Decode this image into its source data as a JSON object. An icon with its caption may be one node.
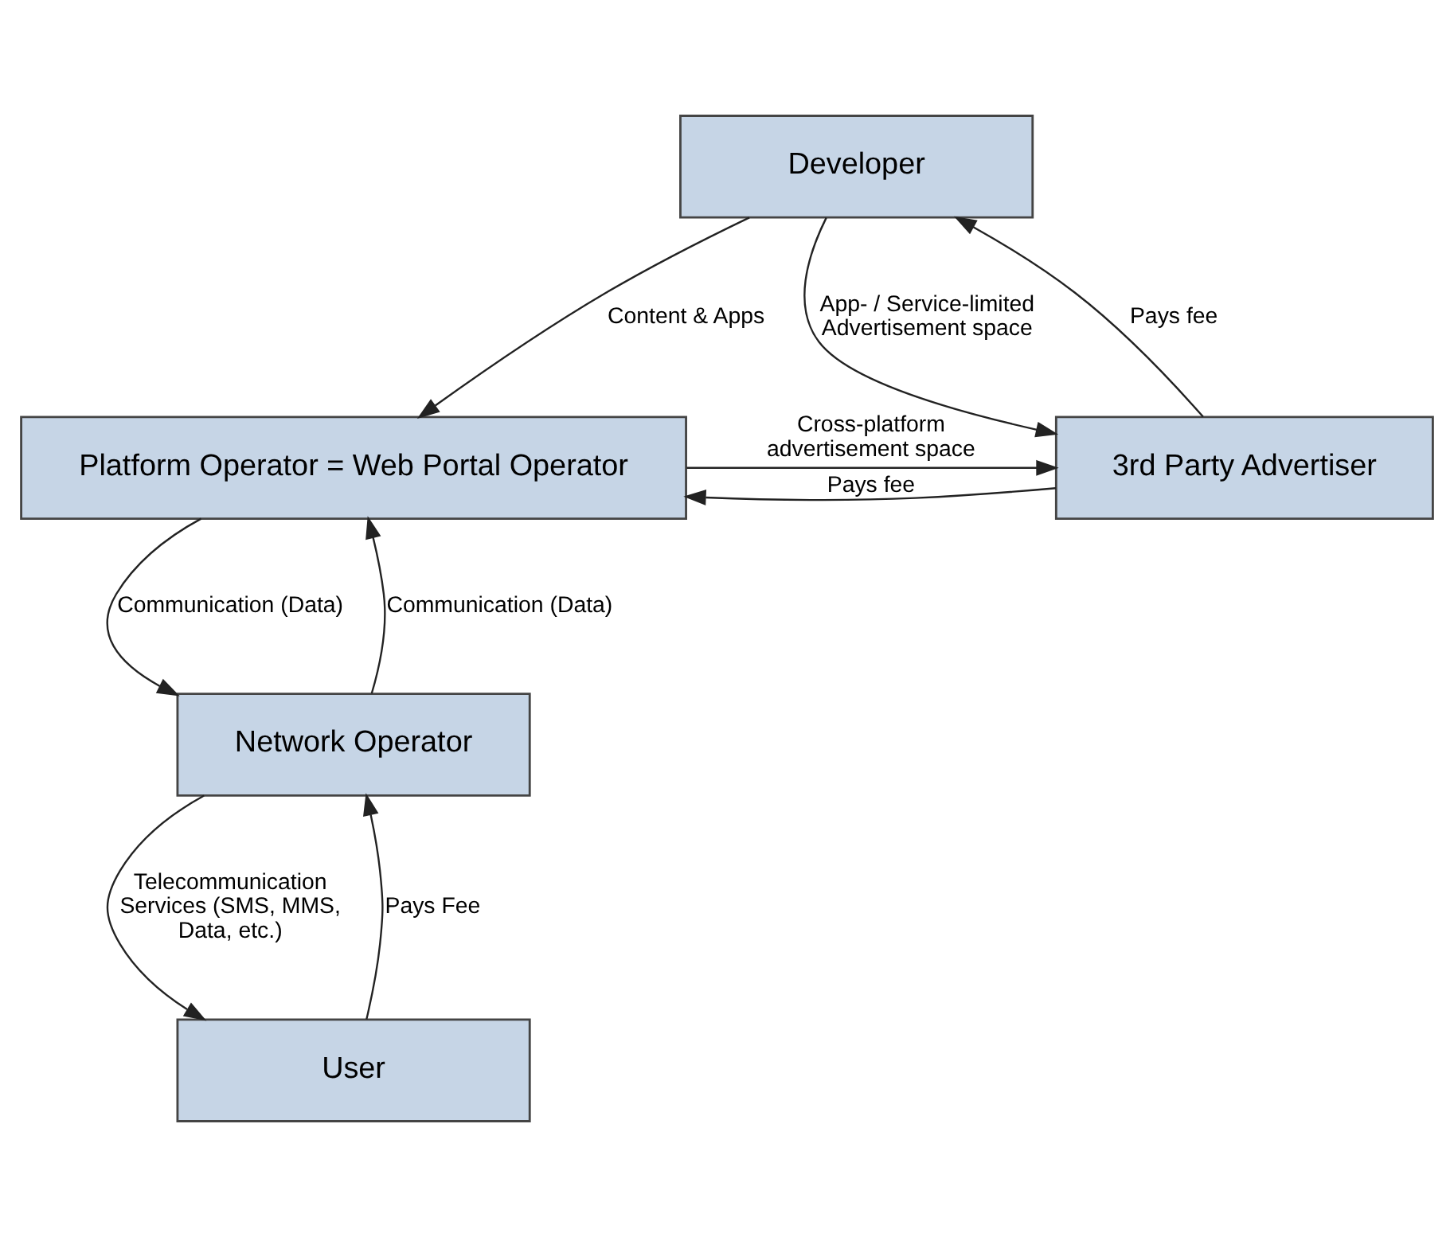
{
  "diagram": {
    "nodes": [
      {
        "text": [
          "Developer"
        ]
      },
      {
        "text": [
          "Platform Operator = Web Portal Operator"
        ]
      },
      {
        "text": [
          "3rd Party Advertiser"
        ]
      },
      {
        "text": [
          "Network Operator"
        ]
      },
      {
        "text": [
          "User"
        ]
      }
    ],
    "edges": [
      {
        "from": 2,
        "to": 0,
        "arrow": "to",
        "label": "Pays fee"
      },
      {
        "from": 0,
        "to": 2,
        "arrow": "to",
        "label": "App- / Service-limited Advertisement space"
      },
      {
        "from": 0,
        "to": 1,
        "arrow": "to",
        "label": "Content & Apps"
      },
      {
        "from": 1,
        "to": 2,
        "arrow": "to",
        "label": "Cross-platform advertisement space"
      },
      {
        "from": 2,
        "to": 1,
        "arrow": "to",
        "label": "Pays fee"
      },
      {
        "from": 3,
        "to": 1,
        "arrow": "to",
        "label": "Communication (Data)"
      },
      {
        "from": 1,
        "to": 3,
        "arrow": "to",
        "label": "Communication (Data)"
      },
      {
        "from": 4,
        "to": 3,
        "arrow": "to",
        "label": "Pays Fee"
      },
      {
        "from": 3,
        "to": 4,
        "arrow": "to",
        "label": "Telecommunication Services (SMS, MMS, Data, etc.)"
      }
    ]
  }
}
